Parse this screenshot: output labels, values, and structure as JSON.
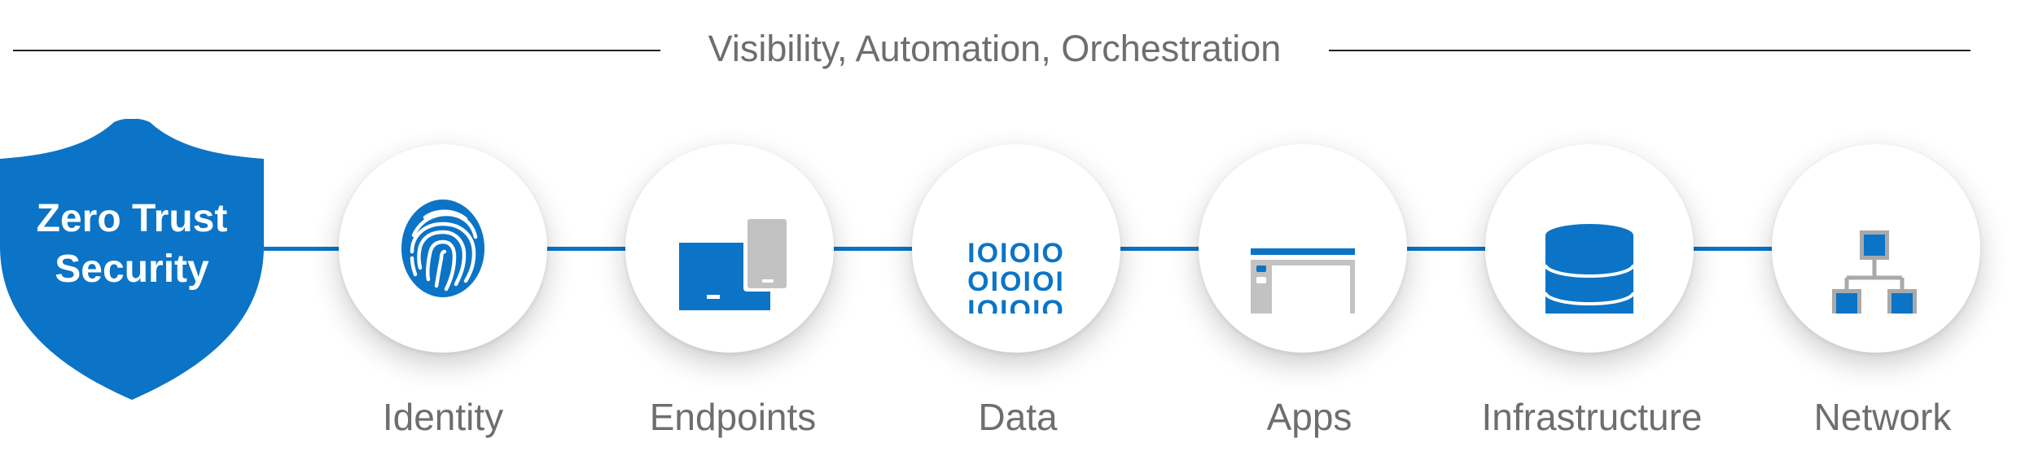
{
  "header": {
    "title": "Visibility, Automation, Orchestration"
  },
  "shield": {
    "line1": "Zero Trust",
    "line2": "Security",
    "color": "#0b74c6"
  },
  "accent_color": "#0b74c6",
  "gray_color": "#c2c2c2",
  "pillars": [
    {
      "label": "Identity",
      "icon": "fingerprint-icon"
    },
    {
      "label": "Endpoints",
      "icon": "devices-icon"
    },
    {
      "label": "Data",
      "icon": "binary-data-icon",
      "rows": [
        "IOIOIO",
        "OIOIOI",
        "IOIOIO"
      ]
    },
    {
      "label": "Apps",
      "icon": "app-window-icon"
    },
    {
      "label": "Infrastructure",
      "icon": "database-icon"
    },
    {
      "label": "Network",
      "icon": "network-tree-icon"
    }
  ]
}
